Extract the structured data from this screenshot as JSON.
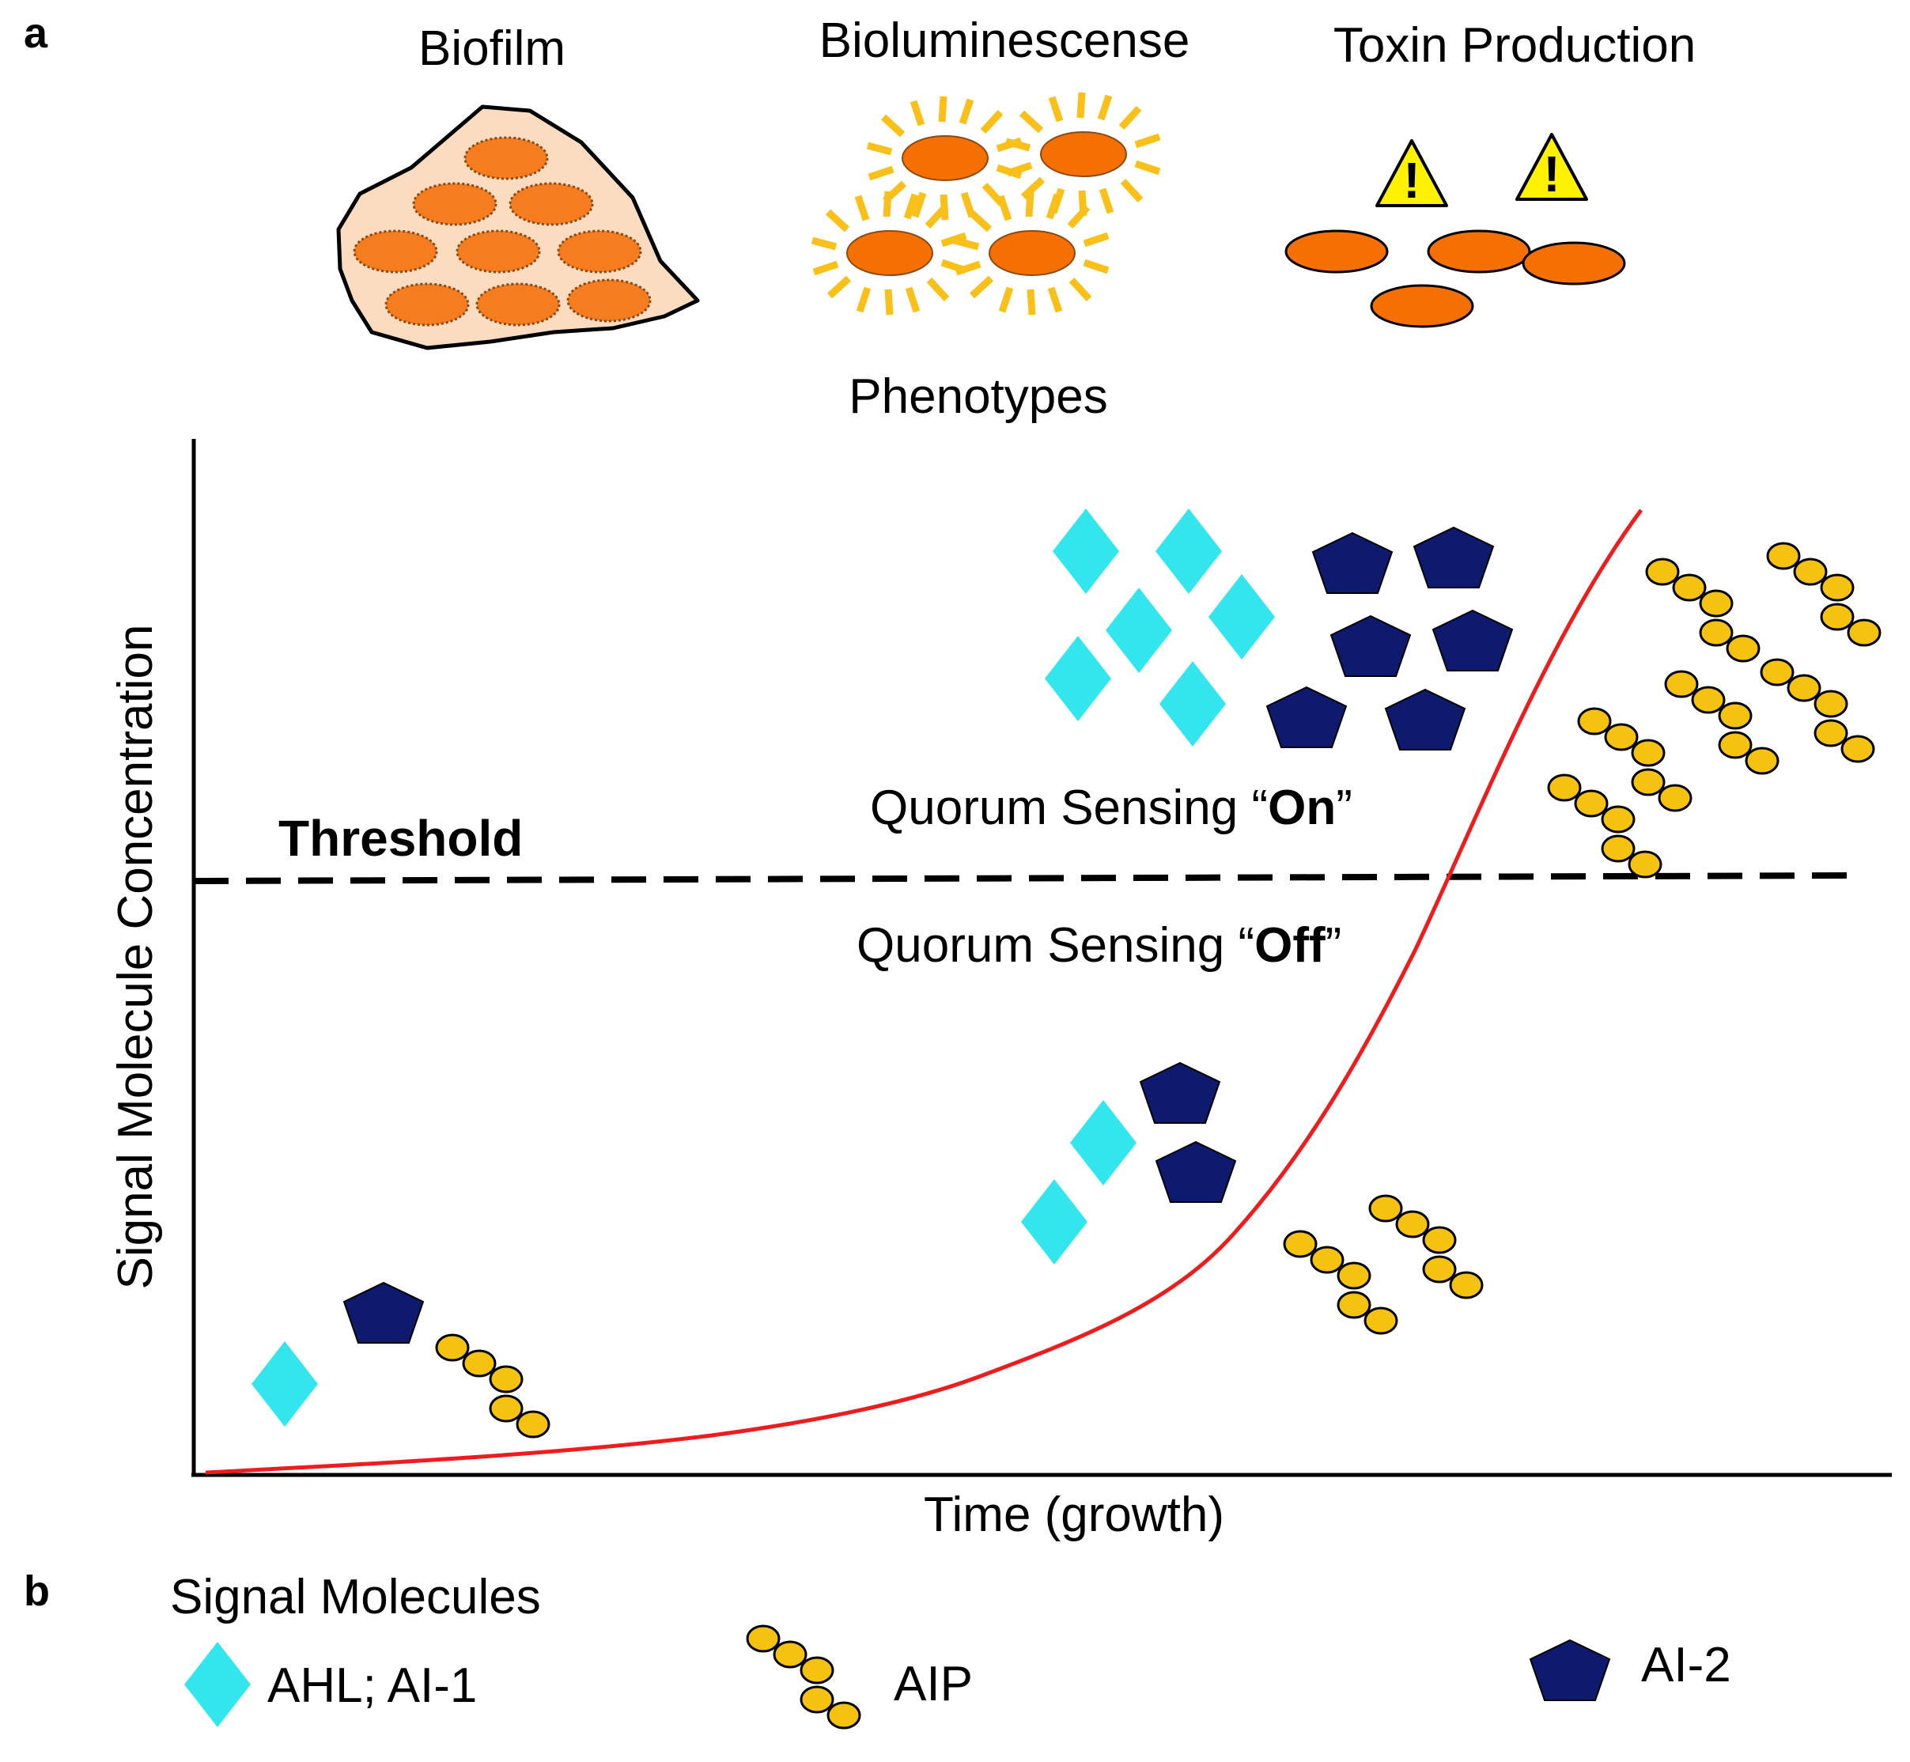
{
  "panel_a_label": "a",
  "panel_b_label": "b",
  "phenotypes": {
    "heading": "Phenotypes",
    "biofilm": "Biofilm",
    "bioluminescence": "Bioluminescense",
    "toxin": "Toxin Production"
  },
  "axes": {
    "y_label": "Signal Molecule Concentration",
    "x_label": "Time (growth)"
  },
  "threshold": "Threshold",
  "qs_on": {
    "prefix": "Quorum Sensing “",
    "state": "On",
    "suffix": "”"
  },
  "qs_off": {
    "prefix": "Quorum Sensing “",
    "state": "Off",
    "suffix": "”"
  },
  "legend": {
    "title": "Signal Molecules",
    "ahl": "AHL; AI-1",
    "aip": "AIP",
    "ai2": "AI-2"
  },
  "colors": {
    "ahl": "#33e6ee",
    "ai2": "#0d1a6e",
    "aip": "#f5c20f",
    "curve": "#ee1c1c",
    "cell": "#f57c1f",
    "biofilm_matrix": "#fcdcc0",
    "rays": "#f9c01a",
    "warning": "#fff200"
  }
}
